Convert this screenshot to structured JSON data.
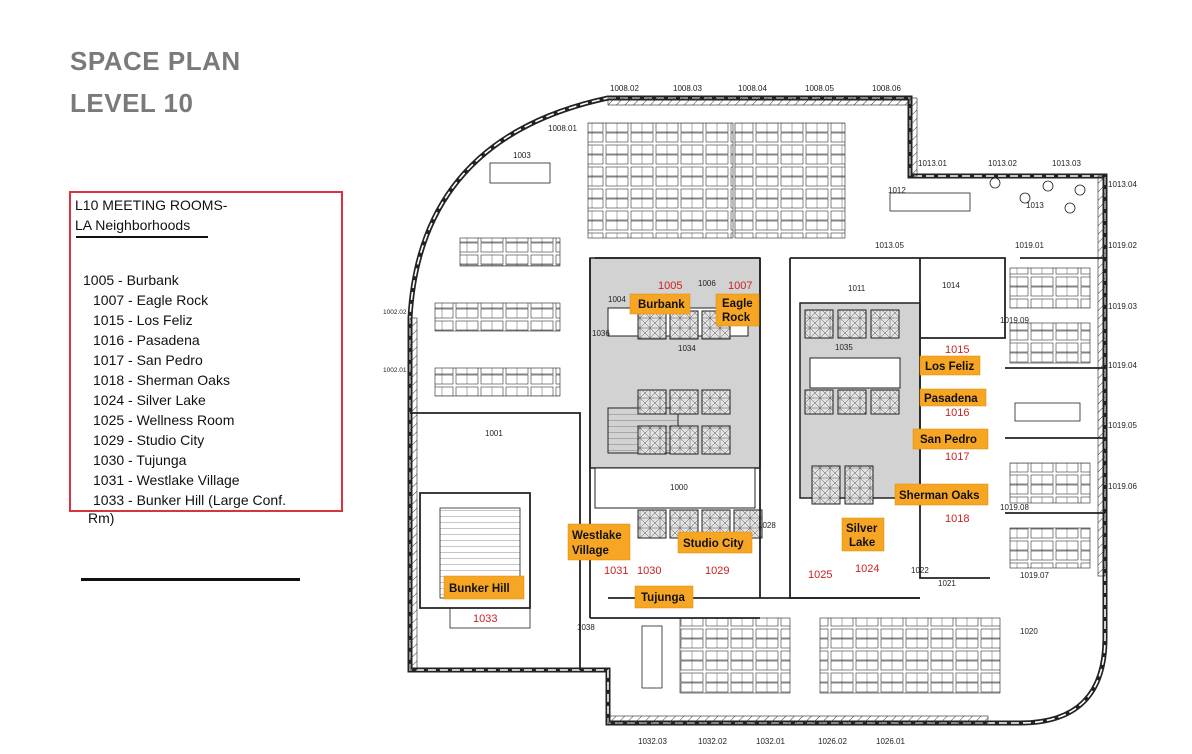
{
  "header": {
    "title_line1": "SPACE PLAN",
    "title_line2": "LEVEL 10"
  },
  "legend": {
    "heading_line1": "L10 MEETING ROOMS-",
    "heading_line2": "LA  Neighborhoods",
    "items": [
      "1005 - Burbank",
      "1007 - Eagle Rock",
      "1015 - Los Feliz",
      "1016 - Pasadena",
      "1017 - San Pedro",
      "1018 - Sherman Oaks",
      "1024 - Silver Lake",
      "1025 - Wellness Room",
      "1029 - Studio City",
      "1030 - Tujunga",
      "1031 - Westlake Village",
      "1033 - Bunker Hill (Large Conf."
    ],
    "overflow": "Rm)"
  },
  "colors": {
    "legend_border": "#d9333f",
    "tag_fill": "#f6a623",
    "room_number": "#cc2222",
    "wall": "#222222",
    "core_fill": "#c8c8c8"
  },
  "room_tags": {
    "burbank": "Burbank",
    "eagle_l1": "Eagle",
    "eagle_l2": "Rock",
    "los_feliz": "Los Feliz",
    "pasadena": "Pasadena",
    "san_pedro": "San Pedro",
    "sherman_oaks": "Sherman Oaks",
    "silver_l1": "Silver",
    "silver_l2": "Lake",
    "westlake_l1": "Westlake",
    "westlake_l2": "Village",
    "studio_city": "Studio City",
    "tujunga": "Tujunga",
    "bunker_hill": "Bunker Hill"
  },
  "room_numbers_red": {
    "r1005": "1005",
    "r1007": "1007",
    "r1015": "1015",
    "r1016": "1016",
    "r1017": "1017",
    "r1018": "1018",
    "r1024": "1024",
    "r1025": "1025",
    "r1029": "1029",
    "r1030": "1030",
    "r1031": "1031",
    "r1033": "1033"
  },
  "room_numbers": {
    "r1000": "1000",
    "r1001": "1001",
    "r1003": "1003",
    "r1004": "1004",
    "r1006": "1006",
    "r1008_01": "1008.01",
    "r1008_02": "1008.02",
    "r1008_03": "1008.03",
    "r1008_04": "1008.04",
    "r1008_05": "1008.05",
    "r1008_06": "1008.06",
    "r1011": "1011",
    "r1012": "1012",
    "r1013": "1013",
    "r1013_01": "1013.01",
    "r1013_02": "1013.02",
    "r1013_03": "1013.03",
    "r1013_04": "1013.04",
    "r1013_05": "1013.05",
    "r1014": "1014",
    "r1019_01": "1019.01",
    "r1019_02": "1019.02",
    "r1019_03": "1019.03",
    "r1019_04": "1019.04",
    "r1019_05": "1019.05",
    "r1019_06": "1019.06",
    "r1019_07": "1019.07",
    "r1019_08": "1019.08",
    "r1019_09": "1019.09",
    "r1020": "1020",
    "r1021": "1021",
    "r1022": "1022",
    "r1026_01": "1026.01",
    "r1026_02": "1026.02",
    "r1028": "1028",
    "r1032_01": "1032.01",
    "r1032_02": "1032.02",
    "r1032_03": "1032.03",
    "r1034": "1034",
    "r1035": "1035",
    "r1036": "1036",
    "r1038": "1038",
    "r1002_01": "1002.01",
    "r1002_02": "1002.02"
  }
}
